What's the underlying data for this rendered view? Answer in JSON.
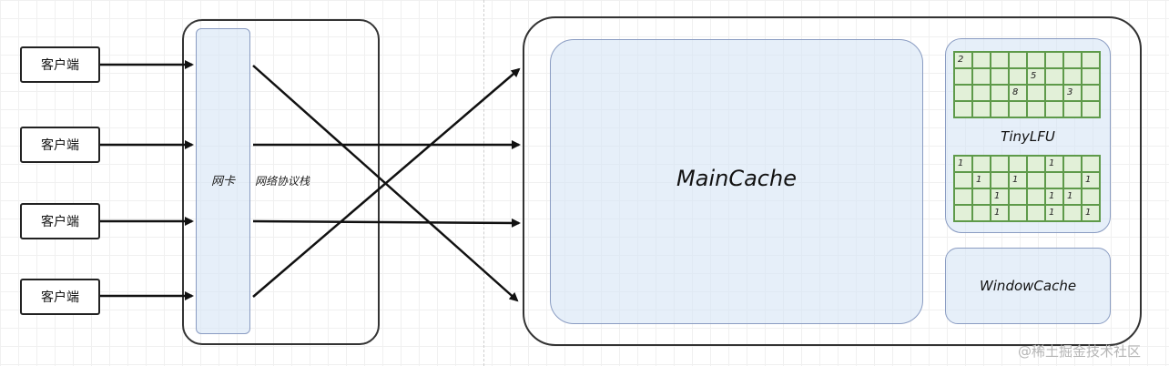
{
  "clients": [
    "客户端",
    "客户端",
    "客户端",
    "客户端"
  ],
  "nic_label": "网卡",
  "stack_label": "网络协议栈",
  "main_cache_label": "MainCache",
  "tinylfu_label": "TinyLFU",
  "window_cache_label": "WindowCache",
  "sketch_top": [
    [
      "2",
      "",
      "",
      "",
      "",
      "",
      "",
      ""
    ],
    [
      "",
      "",
      "",
      "",
      "5",
      "",
      "",
      ""
    ],
    [
      "",
      "",
      "",
      "8",
      "",
      "",
      "3",
      ""
    ],
    [
      "",
      "",
      "",
      "",
      "",
      "",
      "",
      ""
    ]
  ],
  "sketch_bottom": [
    [
      "1",
      "",
      "",
      "",
      "",
      "1",
      "",
      ""
    ],
    [
      "",
      "1",
      "",
      "1",
      "",
      "",
      "",
      "1"
    ],
    [
      "",
      "",
      "1",
      "",
      "",
      "1",
      "1",
      ""
    ],
    [
      "",
      "",
      "1",
      "",
      "",
      "1",
      "",
      "1"
    ]
  ],
  "watermark": "@稀土掘金技术社区",
  "colors": {
    "line": "#111111",
    "box_fill": "#d6e4f5",
    "box_stroke": "#8a9cc2",
    "grid_fill": "#e2f0d8",
    "grid_stroke": "#5e9a4a"
  }
}
